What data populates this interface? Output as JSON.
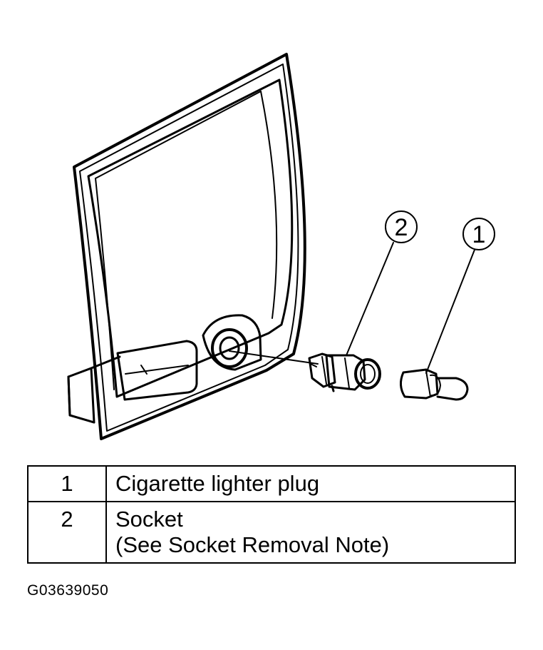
{
  "callouts": [
    {
      "number": "1",
      "label": "Cigarette lighter plug"
    },
    {
      "number": "2",
      "label": "Socket",
      "note": "(See Socket Removal Note)"
    }
  ],
  "figure_id": "G03639050"
}
